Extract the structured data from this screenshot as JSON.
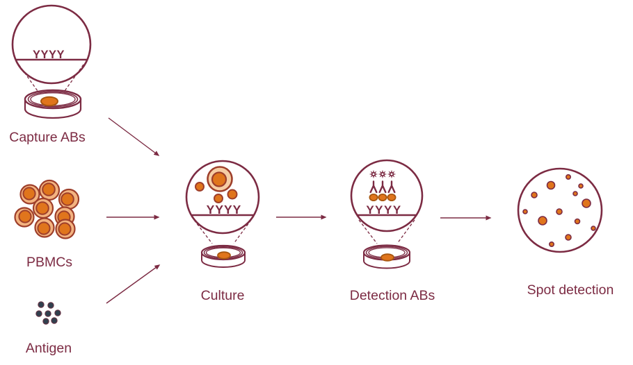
{
  "palette": {
    "maroon": "#7C2B43",
    "cell_outline": "#9E3F2B",
    "orange": "#E0751C",
    "orange_dark": "#A85710",
    "peach": "#F3B380",
    "peach_light": "#F6CDA4",
    "antigen_dot": "#31404E",
    "background": "#FFFFFF"
  },
  "nodes": {
    "capture_abs": {
      "label": "Capture ABs",
      "antibody_text": "YYYY"
    },
    "pbmcs": {
      "label": "PBMCs"
    },
    "antigen": {
      "label": "Antigen"
    },
    "culture": {
      "label": "Culture",
      "antibody_text": "YYYY"
    },
    "detection_abs": {
      "label": "Detection ABs",
      "antibody_text": "YYYY"
    },
    "spot_detection": {
      "label": "Spot detection",
      "spot_count": 13
    }
  },
  "edges": [
    {
      "from": "capture_abs",
      "to": "culture"
    },
    {
      "from": "pbmcs",
      "to": "culture"
    },
    {
      "from": "antigen",
      "to": "culture"
    },
    {
      "from": "culture",
      "to": "detection_abs"
    },
    {
      "from": "detection_abs",
      "to": "spot_detection"
    }
  ]
}
